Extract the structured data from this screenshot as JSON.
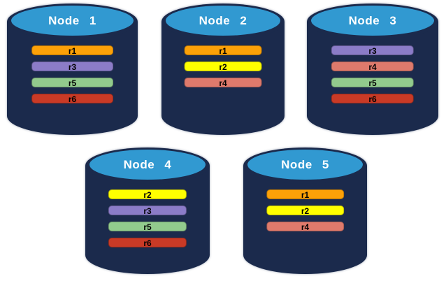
{
  "colors": {
    "cylinder_body": "#1B2A4C",
    "cylinder_top": "#3199D1",
    "outline": "#AEB4C2",
    "bar_text": "#000000",
    "title_text": "#FFFFFF"
  },
  "row_palette": {
    "r1": "#FCA108",
    "r2": "#FFFF00",
    "r3": "#8B7CC8",
    "r4": "#DF7A6C",
    "r5": "#92CB8D",
    "r6": "#C93A26"
  },
  "nodes": [
    {
      "label": "Node 1",
      "rows": [
        {
          "label": "r1",
          "color": "#FCA108"
        },
        {
          "label": "r3",
          "color": "#8B7CC8"
        },
        {
          "label": "r5",
          "color": "#92CB8D"
        },
        {
          "label": "r6",
          "color": "#C93A26"
        }
      ]
    },
    {
      "label": "Node 2",
      "rows": [
        {
          "label": "r1",
          "color": "#FCA108"
        },
        {
          "label": "r2",
          "color": "#FFFF00"
        },
        {
          "label": "r4",
          "color": "#DF7A6C"
        }
      ]
    },
    {
      "label": "Node 3",
      "rows": [
        {
          "label": "r3",
          "color": "#8B7CC8"
        },
        {
          "label": "r4",
          "color": "#DF7A6C"
        },
        {
          "label": "r5",
          "color": "#92CB8D"
        },
        {
          "label": "r6",
          "color": "#C93A26"
        }
      ]
    },
    {
      "label": "Node 4",
      "rows": [
        {
          "label": "r2",
          "color": "#FFFF00"
        },
        {
          "label": "r3",
          "color": "#8B7CC8"
        },
        {
          "label": "r5",
          "color": "#92CB8D"
        },
        {
          "label": "r6",
          "color": "#C93A26"
        }
      ]
    },
    {
      "label": "Node 5",
      "rows": [
        {
          "label": "r1",
          "color": "#FCA108"
        },
        {
          "label": "r2",
          "color": "#FFFF00"
        },
        {
          "label": "r4",
          "color": "#DF7A6C"
        }
      ]
    }
  ]
}
